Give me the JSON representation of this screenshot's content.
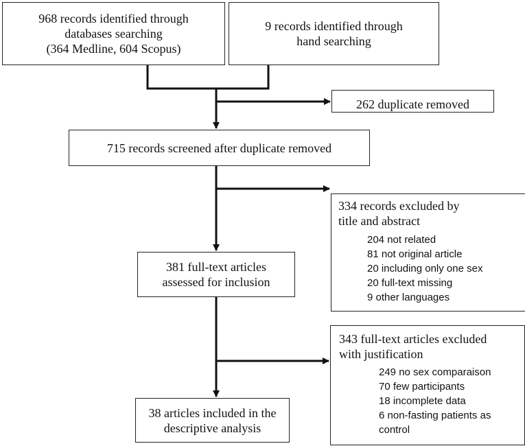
{
  "identification": {
    "database": {
      "lines": [
        "968 records identified through",
        "databases searching",
        "(364 Medline, 604 Scopus)"
      ]
    },
    "hand": {
      "lines": [
        "9 records identified through",
        "hand searching"
      ]
    }
  },
  "duplicates": {
    "label": "262 duplicate removed"
  },
  "screening": {
    "label": "715 records screened after duplicate removed"
  },
  "excluded_title_abstract": {
    "lines": [
      "334 records excluded by",
      "title and abstract"
    ],
    "reasons": [
      "204 not related",
      "81 not original article",
      "20 including only one sex",
      "20 full-text missing",
      "9 other languages"
    ]
  },
  "eligibility": {
    "lines": [
      "381 full-text articles",
      "assessed for inclusion"
    ]
  },
  "excluded_fulltext": {
    "lines": [
      "343 full-text articles excluded",
      "with justification"
    ],
    "reasons": [
      "249 no sex comparaison",
      "70 few participants",
      "18 incomplete data",
      "6 non-fasting patients as",
      "control"
    ]
  },
  "included": {
    "lines": [
      "38 articles included in the",
      "descriptive analysis"
    ]
  },
  "colors": {
    "stroke": "#111111",
    "background": "#ffffff"
  }
}
